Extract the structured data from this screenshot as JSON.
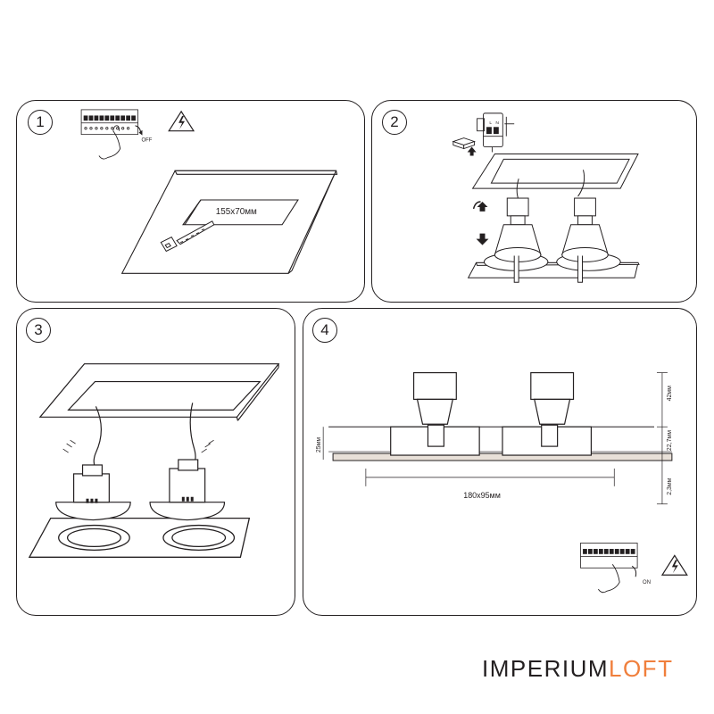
{
  "steps": [
    {
      "number": "1",
      "off_label": "OFF",
      "cutout_label": "155x70мм"
    },
    {
      "number": "2",
      "wire_labels": [
        "L",
        "N"
      ]
    },
    {
      "number": "3"
    },
    {
      "number": "4",
      "dim_height_42": "42мм",
      "dim_height_22": "22,7мм",
      "dim_height_2": "2,3мм",
      "dim_depth_25": "25мм",
      "dim_width": "180x95мм",
      "on_label": "ON"
    }
  ],
  "brand": {
    "part1": "IMPERIUM",
    "part2": "LOFT"
  },
  "colors": {
    "line": "#231f20",
    "accent": "#f07f3c",
    "wood": "#e8e0d8"
  }
}
